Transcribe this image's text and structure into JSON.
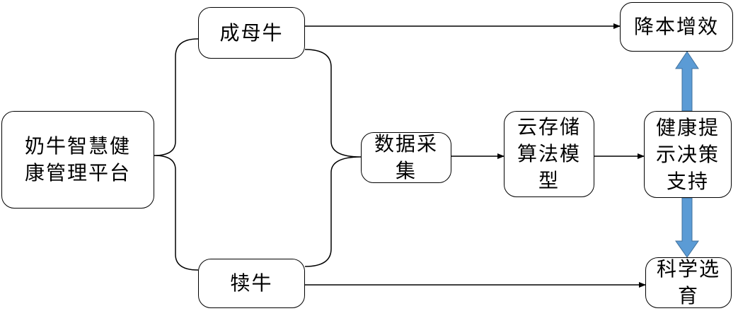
{
  "nodes": {
    "platform": "奶牛智慧健\n康管理平台",
    "adult_cow": "成母牛",
    "heifer": "犊牛",
    "data_collection": "数据采\n集",
    "cloud_model": "云存储\n算法模\n型",
    "decision_support": "健康提\n示决策\n支持",
    "cost_reduction": "降本增效",
    "breeding": "科学选\n育"
  },
  "colors": {
    "line": "#000000",
    "thick_arrow": "#5B9BD5",
    "thick_arrow_border": "#41719C",
    "box_border": "#000000",
    "background": "#ffffff"
  }
}
